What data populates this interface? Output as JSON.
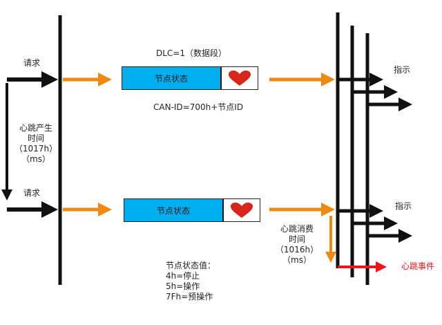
{
  "colors": {
    "line": "#111111",
    "request_arrow": "#111111",
    "transmit_arrow": "#ee8a12",
    "frame_fill": "#00adef",
    "heart": "#d9261c",
    "event_arrow": "#ee141b"
  },
  "producer": {
    "request_label_1": "请求",
    "request_label_2": "请求",
    "interval_label": [
      "心跳产生",
      "时间",
      "（1017h）",
      "（ms）"
    ]
  },
  "frame": {
    "dlc_label": "DLC=1（数据段）",
    "state_label_1": "节点状态",
    "state_label_2": "节点状态",
    "heart_icon": "heart-icon",
    "can_id_label": "CAN-ID=700h+节点ID"
  },
  "state_values": {
    "title": "节点状态值：",
    "items": [
      "4h=停止",
      "5h=操作",
      "7Fh=预操作"
    ]
  },
  "consumer": {
    "indication_label_1": "指示",
    "indication_label_2": "指示",
    "timeout_label": [
      "心跳消费",
      "时间",
      "（1016h）",
      "（ms）"
    ],
    "event_label": "心跳事件"
  }
}
